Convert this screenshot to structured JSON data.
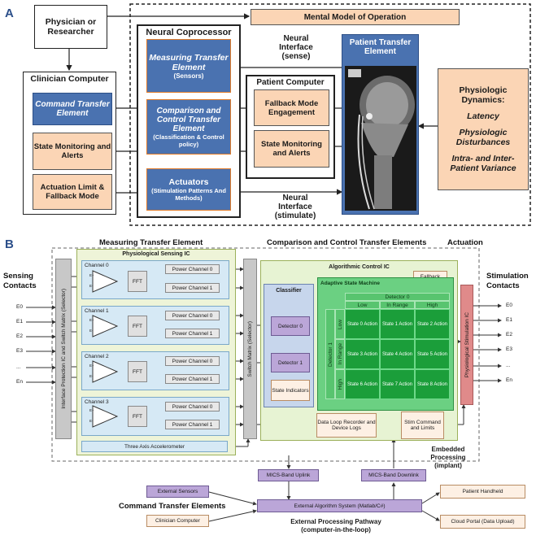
{
  "panel_a": {
    "label": "A",
    "physician": "Physician or Researcher",
    "mental_model": "Mental Model of Operation",
    "neural_coprocessor": {
      "title": "Neural Coprocessor",
      "measuring_title": "Measuring Transfer Element",
      "measuring_sub": "(Sensors)",
      "comparison_title": "Comparison and Control Transfer Element",
      "comparison_sub": "(Classification & Control policy)",
      "actuators_title": "Actuators",
      "actuators_sub": "(Stimulation Patterns And Methods)"
    },
    "interface_sense": {
      "line1": "Neural",
      "line2": "Interface",
      "line3": "(sense)"
    },
    "interface_stim": {
      "line1": "Neural",
      "line2": "Interface",
      "line3": "(stimulate)"
    },
    "patient_transfer": "Patient Transfer Element",
    "patient_computer": {
      "title": "Patient Computer",
      "fallback": "Fallback Mode Engagement",
      "state": "State Monitoring and Alerts"
    },
    "clinician_computer": {
      "title": "Clinician Computer",
      "command": "Command Transfer Element",
      "state": "State Monitoring and Alerts",
      "actuation": "Actuation Limit & Fallback Mode"
    },
    "physiologic": {
      "title": "Physiologic Dynamics:",
      "latency": "Latency",
      "disturbances": "Physiologic Disturbances",
      "variance": "Intra- and Inter- Patient Variance"
    }
  },
  "panel_b": {
    "label": "B",
    "measuring_header": "Measuring Transfer Element",
    "comparison_header": "Comparison and Control Transfer Elements",
    "actuation_header": "Actuation",
    "sensing_contacts": "Sensing Contacts",
    "stimulation_contacts": "Stimulation Contacts",
    "sensing_inputs": [
      "E0",
      "E1",
      "E2",
      "E3",
      "...",
      "En"
    ],
    "stim_outputs": [
      "E0",
      "E1",
      "E2",
      "E3",
      "...",
      "En"
    ],
    "interface_ic": "Interface Protection IC and Switch Matrix (Selector)",
    "physiological_sensing_ic": "Physiological Sensing IC",
    "channels": [
      {
        "name": "Channel 0",
        "p0": "Power Channel  0",
        "p1": "Power Channel 1"
      },
      {
        "name": "Channel 1",
        "p0": "Power Channel 0",
        "p1": "Power Channel 1"
      },
      {
        "name": "Channel 2",
        "p0": "Power Channel 0",
        "p1": "Power Channel 1"
      },
      {
        "name": "Channel 3",
        "p0": "Power Channel 0",
        "p1": "Power Channel 1"
      }
    ],
    "fft": "FFT",
    "amp_plus": "E+",
    "amp_minus": "E-",
    "accelerometer": "Three Axis Accelerometer",
    "switch_matrix": "Switch Matrix (Selector)",
    "algorithmic_ic": "Algorithmic Control IC",
    "fallback_program": "Fallback Program",
    "classifier": "Classifier",
    "detector0": "Detector 0",
    "detector1": "Detector 1",
    "state_indicators": "State Indicators",
    "adaptive_state_machine": "Adaptive State Machine",
    "grid": {
      "top_header": "Detector 0",
      "col_headers": [
        "Low",
        "In Range",
        "High"
      ],
      "side_header": "Detector 1",
      "row_headers": [
        "Low",
        "In Range",
        "High"
      ],
      "cells": [
        [
          "State 0 Action",
          "State 1 Action",
          "State 2 Action"
        ],
        [
          "State 3 Action",
          "State 4 Action",
          "State 5 Action"
        ],
        [
          "State 6 Action",
          "State 7 Action",
          "State 8 Action"
        ]
      ]
    },
    "physiological_stim_ic": "Physiological Stimulation IC",
    "data_loop": "Data Loop Recorder and Device Logs",
    "stim_command": "Stim Command and Limits",
    "embedded": "Embedded Processing (implant)",
    "mics_uplink": "MICS-Band Uplink",
    "mics_downlink": "MICS-Band Downlink",
    "external_sensors": "External Sensors",
    "command_transfer": "Command Transfer Elements",
    "clinician_computer": "Clinician Computer",
    "external_algorithm": "External Algorithm System (Matlab/C#)",
    "patient_handheld": "Patient Handheld",
    "cloud_portal": "Cloud Portal (Data Upload)",
    "external_processing": "External Processing Pathway (computer-in-the-loop)"
  },
  "colors": {
    "blue": "#4a72b0",
    "peach": "#fbd5b5",
    "green": "#1b9e3a",
    "purple": "#bba6d8",
    "stim_red": "#e08a8a"
  }
}
